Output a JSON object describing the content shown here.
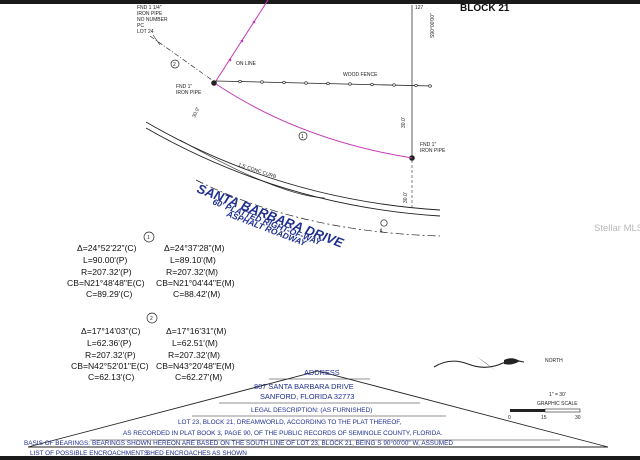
{
  "top_note": {
    "lines": [
      "FND 1 1/4\"",
      "IRON PIPE",
      "NO NUMBER",
      "PC",
      "LOT 24"
    ]
  },
  "block": {
    "lot_number_partial": "127",
    "bearing": "S90°00'00\"",
    "label": "BLOCK 21"
  },
  "labels": {
    "on_line": "ON LINE",
    "wood_fence": "WOOD FENCE",
    "fnd_iron_left": [
      "FND 1\"",
      "IRON PIPE"
    ],
    "fnd_iron_right": [
      "FND 1\"",
      "IRON PIPE"
    ],
    "dim_30_a": "30.0'",
    "dim_30_b": "30.0'",
    "dim_30_c": "30.0'",
    "concrete_curb": "1.5' CONC CURB",
    "curve1_tag": "1",
    "curve2_tag": "2",
    "circle_tag": "1",
    "centerline": "℄"
  },
  "road": {
    "name": "SANTA BARBARA DRIVE",
    "row": "60' PLATTED RIGHT-OF-WAY",
    "surface": "ASPHALT ROADWAY"
  },
  "curves": {
    "c1_calc": [
      "Δ=24°52'22\"(C)",
      "L=90.00'(P)",
      "R=207.32'(P)",
      "CB=N21°48'48\"E(C)",
      "C=89.29'(C)"
    ],
    "c1_meas": [
      "Δ=24°37'28\"(M)",
      "L=89.10'(M)",
      "R=207.32'(M)",
      "CB=N21°04'44\"E(M)",
      "C=88.42'(M)"
    ],
    "c2_calc": [
      "Δ=17°14'03\"(C)",
      "L=62.36'(P)",
      "R=207.32'(P)",
      "CB=N42°52'01\"E(C)",
      "C=62.13'(C)"
    ],
    "c2_meas": [
      "Δ=17°16'31\"(M)",
      "L=62.51'(M)",
      "R=207.32'(M)",
      "CB=N43°20'48\"E(M)",
      "C=62.27'(M)"
    ]
  },
  "north": {
    "label": "NORTH"
  },
  "scale": {
    "ratio": "1\" = 30'",
    "caption": "GRAPHIC SCALE",
    "ticks": [
      "0",
      "15",
      "30"
    ]
  },
  "title_block": {
    "address_label": "ADDRESS",
    "address_line1": "807 SANTA BARBARA DRIVE",
    "address_line2": "SANFORD, FLORIDA 32773",
    "legal_label": "LEGAL DESCRIPTION: (AS FURNISHED)",
    "legal_line1": "LOT 23, BLOCK 21, DREAMWORLD, ACCORDING TO THE PLAT THEREOF,",
    "legal_line2": "AS RECORDED IN PLAT BOOK 3, PAGE 90, OF THE PUBLIC RECORDS OF SEMINOLE COUNTY, FLORIDA.",
    "bearings_label": "BASIS OF BEARINGS:",
    "bearings_text": "BEARINGS SHOWN HEREON ARE BASED ON THE SOUTH LINE OF LOT 23, BLOCK 21, BEING S 90°00'00\" W, ASSUMED",
    "bottom_left": "LIST OF POSSIBLE ENCROACHMENTS:",
    "bottom_right": "SHED ENCROACHES AS SHOWN"
  },
  "watermark": "Stellar MLS",
  "colors": {
    "lot_line": "#c43ab8",
    "ink_blue": "#1f2f8f",
    "title_line": "#222222",
    "encroach_red": "#d23a3a"
  }
}
